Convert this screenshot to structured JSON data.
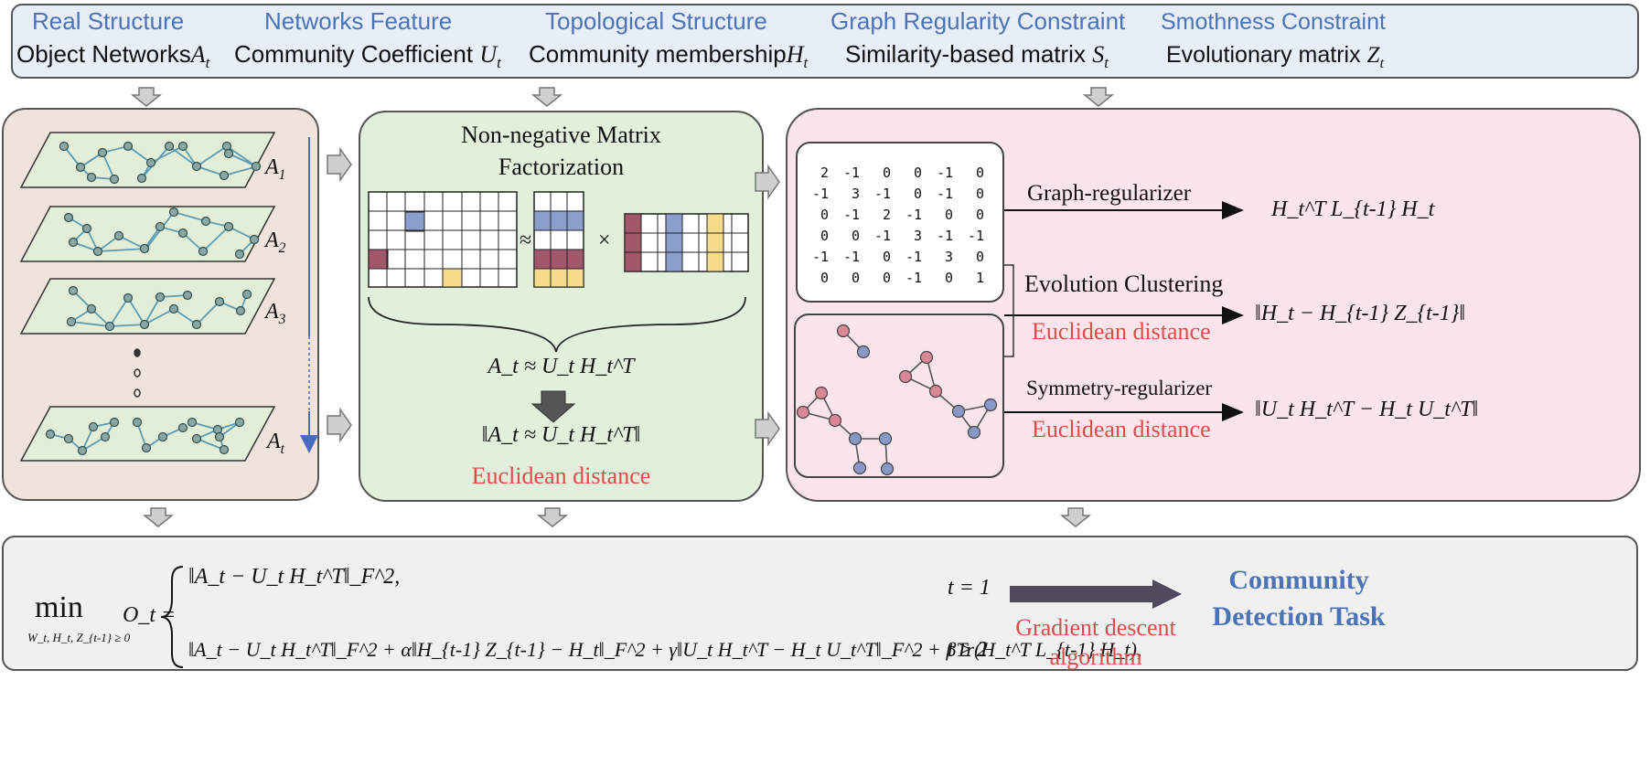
{
  "header": {
    "columns": [
      {
        "title": "Real Structure",
        "subtitle_text": "Object Networks",
        "subtitle_symbol": "A",
        "subtitle_sub": "t"
      },
      {
        "title": "Networks Feature",
        "subtitle_text": "Community Coefficient",
        "subtitle_symbol": "U",
        "subtitle_sub": "t"
      },
      {
        "title": "Topological Structure",
        "subtitle_text": "Community membership",
        "subtitle_symbol": "H",
        "subtitle_sub": "t"
      },
      {
        "title": "Graph Regularity Constraint",
        "subtitle_text": "Similarity-based matrix",
        "subtitle_symbol": "S",
        "subtitle_sub": "t"
      },
      {
        "title": "Smothness Constraint",
        "subtitle_text": "Evolutionary matrix",
        "subtitle_symbol": "Z",
        "subtitle_sub": "t"
      }
    ]
  },
  "networks_panel": {
    "labels": [
      {
        "symbol": "A",
        "sub": "1"
      },
      {
        "symbol": "A",
        "sub": "2"
      },
      {
        "symbol": "A",
        "sub": "3"
      },
      {
        "symbol": "A",
        "sub": "t"
      }
    ]
  },
  "nmf_panel": {
    "title_line1": "Non-negative Matrix",
    "title_line2": "Factorization",
    "approx_symbol": "≈",
    "times_symbol": "×",
    "equation": "A_t ≈ U_t H_t^T",
    "norm_equation": "‖A_t ≈ U_t H_t^T‖",
    "distance_label": "Euclidean distance"
  },
  "reg_panel": {
    "laplacian": [
      [
        "2",
        "-1",
        "0",
        "0",
        "-1",
        "0"
      ],
      [
        "-1",
        "3",
        "-1",
        "0",
        "-1",
        "0"
      ],
      [
        "0",
        "-1",
        "2",
        "-1",
        "0",
        "0"
      ],
      [
        "0",
        "0",
        "-1",
        "3",
        "-1",
        "-1"
      ],
      [
        "-1",
        "-1",
        "0",
        "-1",
        "3",
        "0"
      ],
      [
        "0",
        "0",
        "0",
        "-1",
        "0",
        "1"
      ]
    ],
    "graph_regularizer_label": "Graph-regularizer",
    "graph_regularizer_formula": "H_t^T L_{t-1} H_t",
    "evolution_label": "Evolution Clustering",
    "evolution_distance": "Euclidean distance",
    "evolution_formula": "‖H_t − H_{t-1} Z_{t-1}‖",
    "symmetry_label": "Symmetry-regularizer",
    "symmetry_distance": "Euclidean distance",
    "symmetry_formula": "‖U_t H_t^T − H_t U_t^T‖"
  },
  "objective": {
    "min_label": "min",
    "min_subscript": "W_t, H_t, Z_{t-1} ≥ 0",
    "lhs": "O_t =",
    "case1": "‖A_t − U_t H_t^T‖_F^2,",
    "case1_condition": "t = 1",
    "case2": "‖A_t − U_t H_t^T‖_F^2 + α‖H_{t-1} Z_{t-1} − H_t‖_F^2 + γ‖U_t H_t^T − H_t U_t^T‖_F^2 + βTr(H_t^T L_{t-1} H_t),",
    "case2_condition": "t ≥ 2",
    "method_line1": "Gradient descent",
    "method_line2": "algorithm",
    "task_line1": "Community",
    "task_line2": "Detection Task"
  },
  "colors": {
    "header_blue": "#4a73b8",
    "distance_red": "#e04b4b",
    "cell_blue": "#8c9fcc",
    "cell_maroon": "#a3576a",
    "cell_yellow": "#f5dc8a",
    "node_red": "#d98795",
    "node_blue": "#8898c7",
    "edge_teal": "#5b9bb5"
  }
}
